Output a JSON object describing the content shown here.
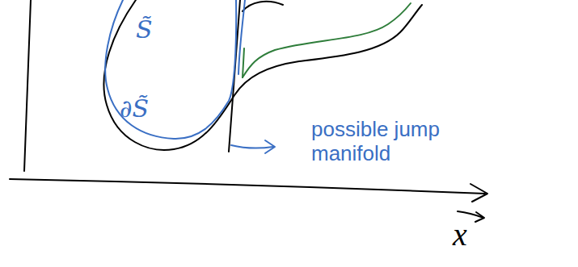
{
  "diagram": {
    "labels": [
      "S̃",
      "∂S̃",
      "possible jump manifold",
      "x"
    ]
  }
}
